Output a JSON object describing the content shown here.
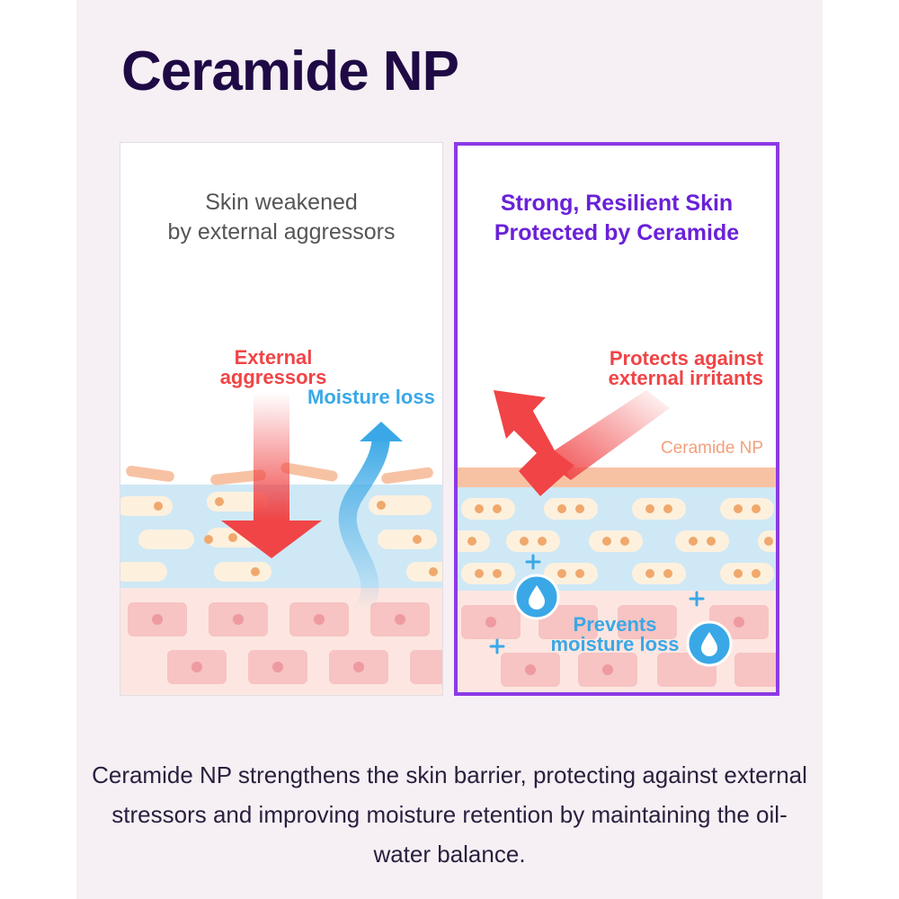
{
  "title": "Ceramide NP",
  "left_panel": {
    "heading_line1": "Skin weakened",
    "heading_line2": "by external aggressors",
    "aggressors_line1": "External",
    "aggressors_line2": "aggressors",
    "moisture_label": "Moisture loss"
  },
  "right_panel": {
    "heading_line1": "Strong, Resilient Skin",
    "heading_line2": "Protected by Ceramide",
    "protects_line1": "Protects against",
    "protects_line2": "external irritants",
    "ceramide_label": "Ceramide NP",
    "prevents_line1": "Prevents",
    "prevents_line2": "moisture loss"
  },
  "description": "Ceramide NP strengthens the skin barrier, protecting against external stressors and improving moisture retention by maintaining the oil-water balance.",
  "colors": {
    "title": "#1f0a45",
    "accent_purple": "#8c3ae6",
    "red": "#f04446",
    "blue": "#3aa8e6",
    "ceramide": "#f7c2a4",
    "moisture_layer": "#cfe8f6",
    "skin_cell": "#f7c3c3"
  }
}
